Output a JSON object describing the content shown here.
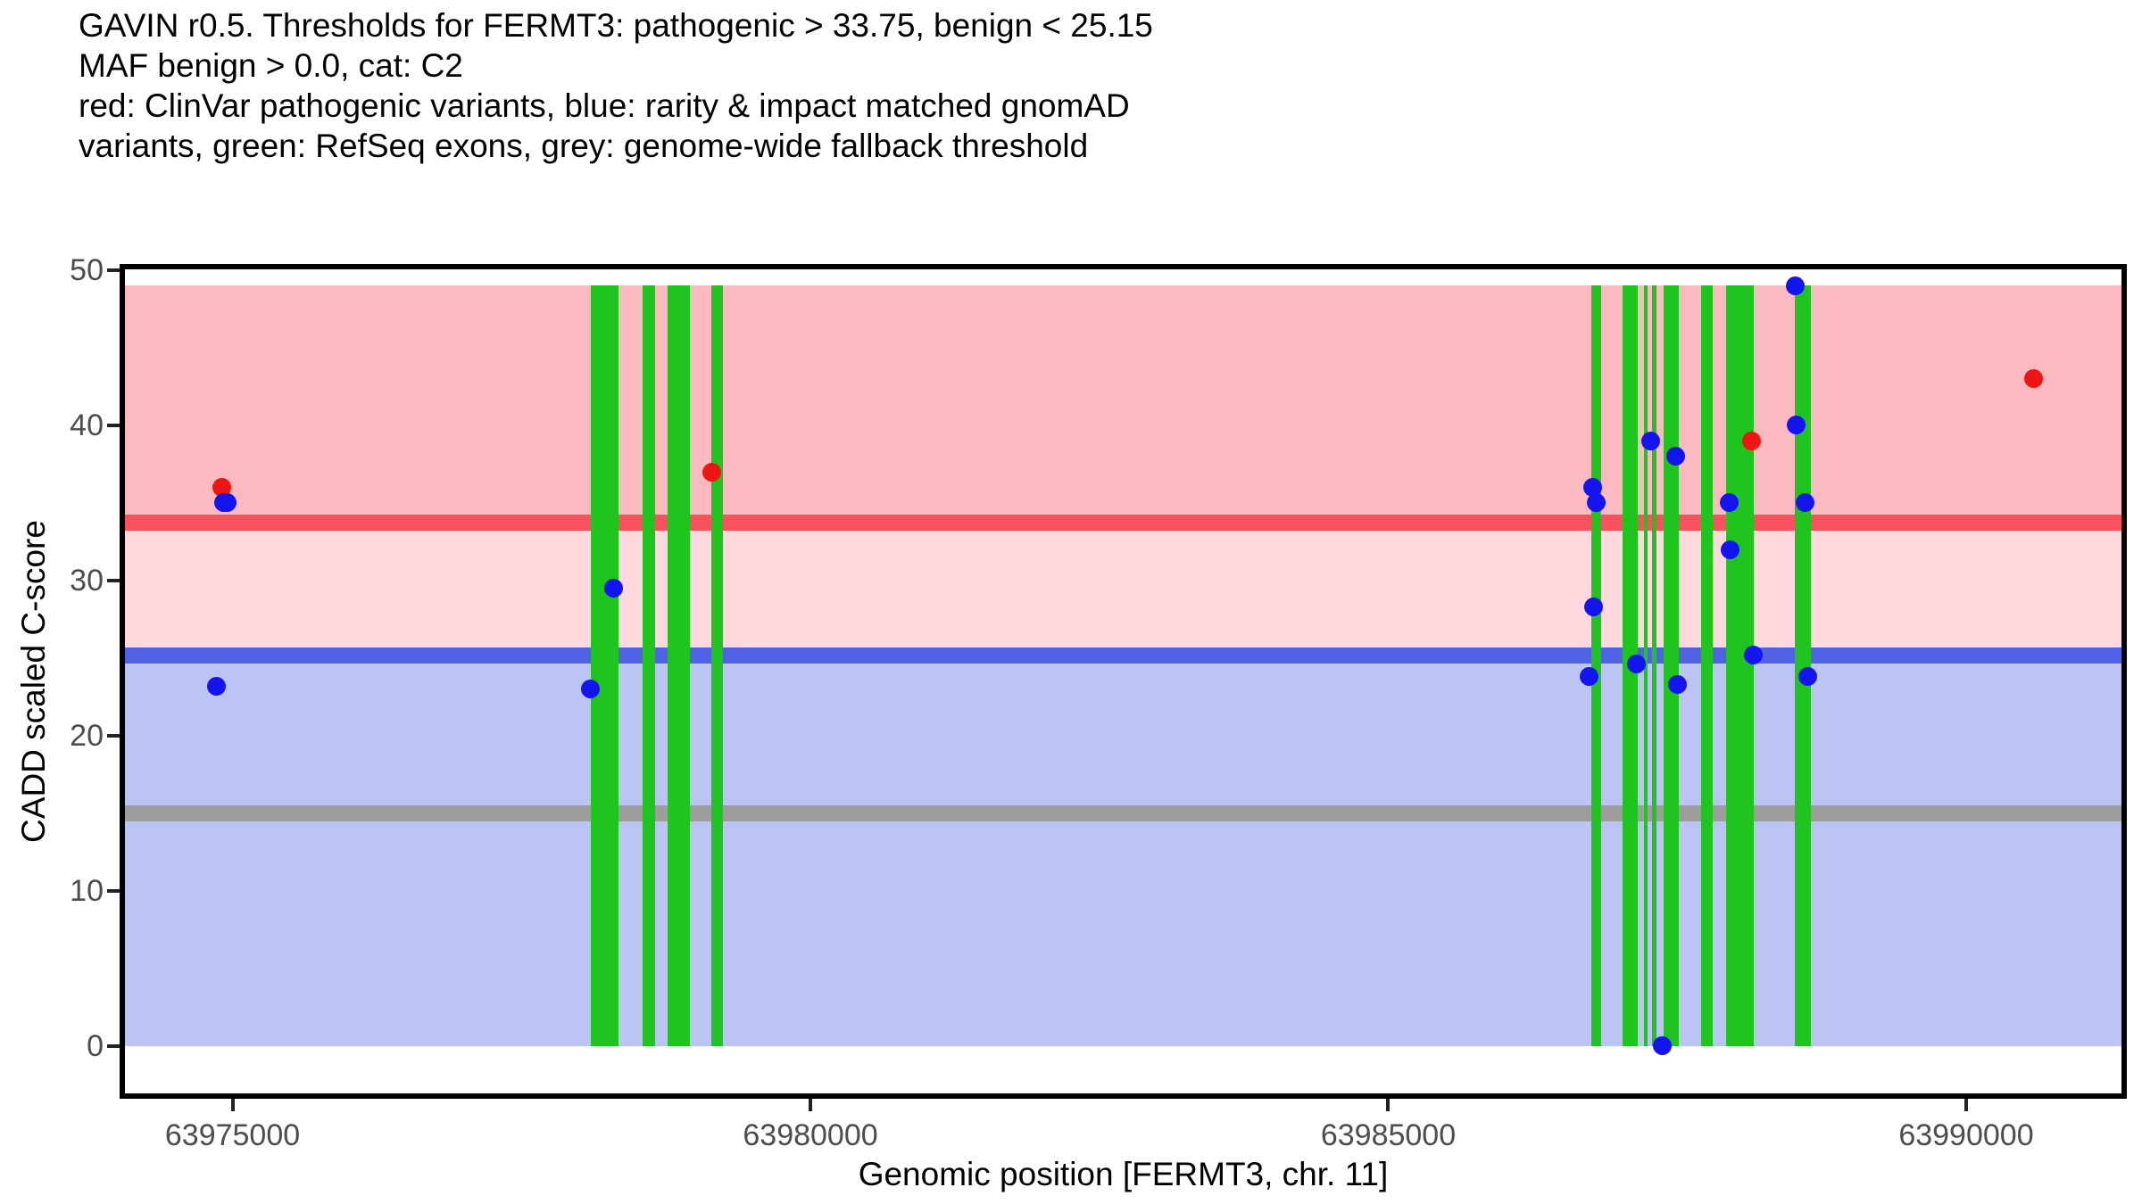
{
  "chart_data": {
    "type": "scatter",
    "title_lines": [
      "GAVIN r0.5. Thresholds for FERMT3: pathogenic > 33.75, benign < 25.15",
      "MAF benign > 0.0, cat: C2",
      "red: ClinVar pathogenic variants, blue: rarity & impact matched gnomAD",
      "variants, green: RefSeq exons, grey: genome-wide fallback threshold"
    ],
    "xlabel": "Genomic position [FERMT3, chr. 11]",
    "ylabel": "CADD scaled C-score",
    "xlim": [
      63974046,
      63991367
    ],
    "ylim": [
      -3.22,
      50.23
    ],
    "x_ticks": [
      {
        "value": 63975000,
        "label": "63975000"
      },
      {
        "value": 63980000,
        "label": "63980000"
      },
      {
        "value": 63985000,
        "label": "63985000"
      },
      {
        "value": 63990000,
        "label": "63990000"
      }
    ],
    "y_ticks": [
      {
        "value": 0,
        "label": "0"
      },
      {
        "value": 10,
        "label": "10"
      },
      {
        "value": 20,
        "label": "20"
      },
      {
        "value": 30,
        "label": "30"
      },
      {
        "value": 40,
        "label": "40"
      },
      {
        "value": 50,
        "label": "50"
      }
    ],
    "thresholds": {
      "pathogenic_gt": 33.75,
      "benign_lt": 25.15,
      "genome_wide_fallback": 15,
      "maf_benign_gt": 0.0,
      "category": "C2",
      "gene": "FERMT3",
      "chromosome": "11"
    },
    "bands": [
      {
        "name": "pathogenic-region",
        "y0": 33.75,
        "y1": 49,
        "color": "#FBB9C0"
      },
      {
        "name": "vus-region",
        "y0": 25.15,
        "y1": 33.75,
        "color": "#FFD9DE"
      },
      {
        "name": "benign-region",
        "y0": 0,
        "y1": 25.15,
        "color": "#BCC4F4"
      }
    ],
    "hlines": [
      {
        "name": "pathogenic-threshold-line",
        "y": 33.75,
        "color": "#F8525E"
      },
      {
        "name": "benign-threshold-line",
        "y": 25.15,
        "color": "#4F63E4"
      },
      {
        "name": "fallback-threshold-line",
        "y": 15,
        "color": "#9D9D9D"
      }
    ],
    "exons": {
      "name": "RefSeq exons",
      "color": "#1FC41F",
      "y0": 0,
      "y1": 49,
      "ranges": [
        [
          63978100,
          63978340
        ],
        [
          63978550,
          63978660
        ],
        [
          63978765,
          63978960
        ],
        [
          63979145,
          63979240
        ],
        [
          63986755,
          63986845
        ],
        [
          63987025,
          63987155
        ],
        [
          63987210,
          63987240
        ],
        [
          63987280,
          63987320
        ],
        [
          63987380,
          63987510
        ],
        [
          63987705,
          63987805
        ],
        [
          63987925,
          63988165
        ],
        [
          63988515,
          63988660
        ]
      ]
    },
    "series": [
      {
        "name": "ClinVar pathogenic variants",
        "color": "#EE1515",
        "points": [
          [
            63974905,
            36
          ],
          [
            63979145,
            37
          ],
          [
            63988140,
            39
          ],
          [
            63990580,
            43
          ]
        ]
      },
      {
        "name": "rarity & impact matched gnomAD variants",
        "color": "#1414EE",
        "points": [
          [
            63974860,
            23.2
          ],
          [
            63974920,
            35
          ],
          [
            63974955,
            35
          ],
          [
            63978100,
            23
          ],
          [
            63978300,
            29.5
          ],
          [
            63986735,
            23.8
          ],
          [
            63986770,
            36
          ],
          [
            63986775,
            28.3
          ],
          [
            63986800,
            35
          ],
          [
            63987145,
            24.6
          ],
          [
            63987270,
            39
          ],
          [
            63987370,
            0
          ],
          [
            63987490,
            38
          ],
          [
            63987500,
            23.3
          ],
          [
            63987950,
            35
          ],
          [
            63987960,
            32
          ],
          [
            63988160,
            25.2
          ],
          [
            63988520,
            49
          ],
          [
            63988530,
            40
          ],
          [
            63988610,
            35
          ],
          [
            63988630,
            23.8
          ]
        ]
      }
    ]
  }
}
